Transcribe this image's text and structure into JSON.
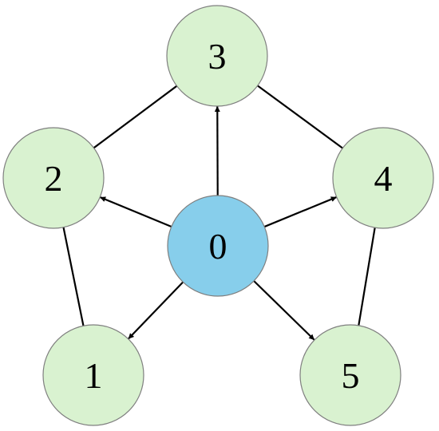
{
  "colors": {
    "center_fill": "#87CEEB",
    "outer_fill": "#D9F2D0",
    "stroke": "#7F7F7F",
    "edge": "#000000"
  },
  "nodes": [
    {
      "id": "0",
      "label": "0",
      "role": "center"
    },
    {
      "id": "1",
      "label": "1",
      "role": "outer"
    },
    {
      "id": "2",
      "label": "2",
      "role": "outer"
    },
    {
      "id": "3",
      "label": "3",
      "role": "outer"
    },
    {
      "id": "4",
      "label": "4",
      "role": "outer"
    },
    {
      "id": "5",
      "label": "5",
      "role": "outer"
    }
  ],
  "edges": [
    {
      "from": "0",
      "to": "1",
      "directed": true
    },
    {
      "from": "0",
      "to": "2",
      "directed": true
    },
    {
      "from": "0",
      "to": "3",
      "directed": true
    },
    {
      "from": "0",
      "to": "4",
      "directed": true
    },
    {
      "from": "0",
      "to": "5",
      "directed": true
    },
    {
      "from": "1",
      "to": "2",
      "directed": false
    },
    {
      "from": "2",
      "to": "3",
      "directed": false
    },
    {
      "from": "3",
      "to": "4",
      "directed": false
    },
    {
      "from": "4",
      "to": "5",
      "directed": false
    }
  ]
}
